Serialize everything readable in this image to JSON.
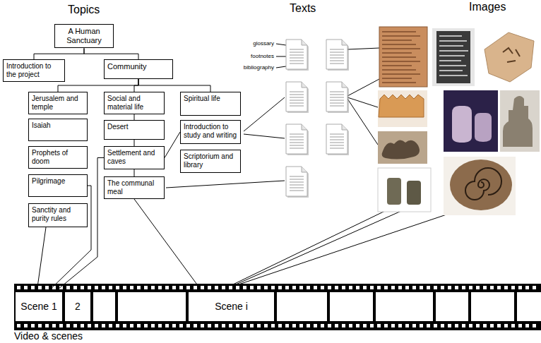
{
  "diagram": {
    "nodes": [
      {
        "text": [
          "A Human Sanctuary"
        ]
      },
      {
        "text": [
          "Introduction to the project"
        ]
      },
      {
        "text": [
          "Community"
        ]
      },
      {
        "text": [
          "Jerusalem and temple"
        ]
      },
      {
        "text": [
          "Social and material life"
        ]
      },
      {
        "text": [
          "Spiritual life"
        ]
      },
      {
        "text": [
          "Isaiah"
        ]
      },
      {
        "text": [
          "Desert"
        ]
      },
      {
        "text": [
          "Introduction to study and writing"
        ]
      },
      {
        "text": [
          "Prophets of doom"
        ]
      },
      {
        "text": [
          "Settlement and caves"
        ]
      },
      {
        "text": [
          "Scriptorium and library"
        ]
      },
      {
        "text": [
          "Pilgrimage"
        ]
      },
      {
        "text": [
          "The communal meal"
        ]
      },
      {
        "text": [
          "Sanctity and purity rules"
        ]
      },
      {
        "text": [
          "Scene 1"
        ]
      },
      {
        "text": [
          "2"
        ]
      },
      {
        "text": [
          "Scene i"
        ]
      }
    ],
    "edges": [
      {
        "from": 0,
        "to": 1,
        "arrow": "none"
      },
      {
        "from": 0,
        "to": 2,
        "arrow": "none"
      },
      {
        "from": 2,
        "to": 3,
        "arrow": "none"
      },
      {
        "from": 2,
        "to": 4,
        "arrow": "none"
      },
      {
        "from": 2,
        "to": 5,
        "arrow": "none"
      },
      {
        "from": 4,
        "to": 7,
        "arrow": "none"
      },
      {
        "from": 7,
        "to": 10,
        "arrow": "none"
      },
      {
        "from": 10,
        "to": 13,
        "arrow": "none"
      },
      {
        "from": 10,
        "to": 8,
        "arrow": "none"
      },
      {
        "from": 15,
        "to": 14,
        "arrow": "none"
      },
      {
        "from": 15,
        "to": 12,
        "arrow": "none"
      },
      {
        "from": 15,
        "to": 10,
        "arrow": "none"
      },
      {
        "from": 17,
        "to": 13,
        "arrow": "none"
      }
    ],
    "labels": [
      "Topics",
      "Texts",
      "Images",
      "glossary",
      "footnotes",
      "bibliography",
      "Video & scenes"
    ]
  }
}
